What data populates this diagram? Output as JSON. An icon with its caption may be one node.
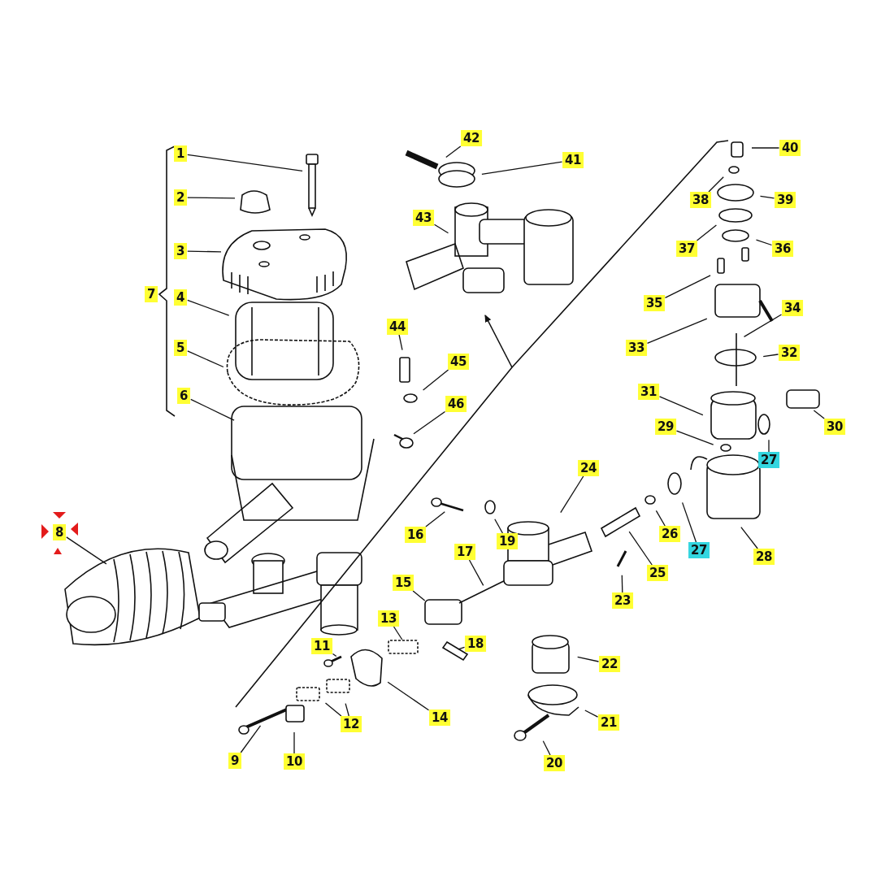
{
  "diagram": {
    "nodes": [
      {
        "text": [
          "1"
        ]
      },
      {
        "text": [
          "2"
        ]
      },
      {
        "text": [
          "3"
        ]
      },
      {
        "text": [
          "4"
        ]
      },
      {
        "text": [
          "5"
        ]
      },
      {
        "text": [
          "6"
        ]
      },
      {
        "text": [
          "7"
        ]
      },
      {
        "text": [
          "8"
        ]
      },
      {
        "text": [
          "9"
        ]
      },
      {
        "text": [
          "10"
        ]
      },
      {
        "text": [
          "11"
        ]
      },
      {
        "text": [
          "12"
        ]
      },
      {
        "text": [
          "13"
        ]
      },
      {
        "text": [
          "14"
        ]
      },
      {
        "text": [
          "15"
        ]
      },
      {
        "text": [
          "16"
        ]
      },
      {
        "text": [
          "17"
        ]
      },
      {
        "text": [
          "18"
        ]
      },
      {
        "text": [
          "19"
        ]
      },
      {
        "text": [
          "20"
        ]
      },
      {
        "text": [
          "21"
        ]
      },
      {
        "text": [
          "22"
        ]
      },
      {
        "text": [
          "23"
        ]
      },
      {
        "text": [
          "24"
        ]
      },
      {
        "text": [
          "25"
        ]
      },
      {
        "text": [
          "26"
        ]
      },
      {
        "text": [
          "27"
        ]
      },
      {
        "text": [
          "27"
        ]
      },
      {
        "text": [
          "28"
        ]
      },
      {
        "text": [
          "29"
        ]
      },
      {
        "text": [
          "30"
        ]
      },
      {
        "text": [
          "31"
        ]
      },
      {
        "text": [
          "32"
        ]
      },
      {
        "text": [
          "33"
        ]
      },
      {
        "text": [
          "34"
        ]
      },
      {
        "text": [
          "35"
        ]
      },
      {
        "text": [
          "36"
        ]
      },
      {
        "text": [
          "37"
        ]
      },
      {
        "text": [
          "38"
        ]
      },
      {
        "text": [
          "39"
        ]
      },
      {
        "text": [
          "40"
        ]
      },
      {
        "text": [
          "41"
        ]
      },
      {
        "text": [
          "42"
        ]
      },
      {
        "text": [
          "43"
        ]
      },
      {
        "text": [
          "44"
        ]
      },
      {
        "text": [
          "45"
        ]
      },
      {
        "text": [
          "46"
        ]
      }
    ],
    "edges": [
      {
        "from": 0,
        "to": null,
        "arrow": "none"
      },
      {
        "from": 1,
        "to": null,
        "arrow": "none"
      },
      {
        "from": 2,
        "to": null,
        "arrow": "none"
      },
      {
        "from": 3,
        "to": null,
        "arrow": "none"
      },
      {
        "from": 4,
        "to": null,
        "arrow": "none"
      },
      {
        "from": 5,
        "to": null,
        "arrow": "none"
      },
      {
        "from": 7,
        "to": null,
        "arrow": "none"
      },
      {
        "from": 8,
        "to": null,
        "arrow": "none"
      },
      {
        "from": 9,
        "to": null,
        "arrow": "none"
      },
      {
        "from": 10,
        "to": null,
        "arrow": "none"
      },
      {
        "from": 11,
        "to": null,
        "arrow": "none"
      },
      {
        "from": 11,
        "to": null,
        "arrow": "none"
      },
      {
        "from": 12,
        "to": null,
        "arrow": "none"
      },
      {
        "from": 13,
        "to": null,
        "arrow": "none"
      },
      {
        "from": 14,
        "to": null,
        "arrow": "none"
      },
      {
        "from": 15,
        "to": null,
        "arrow": "none"
      },
      {
        "from": 16,
        "to": null,
        "arrow": "none"
      },
      {
        "from": 17,
        "to": null,
        "arrow": "none"
      },
      {
        "from": 18,
        "to": null,
        "arrow": "none"
      },
      {
        "from": 19,
        "to": null,
        "arrow": "none"
      },
      {
        "from": 20,
        "to": null,
        "arrow": "none"
      },
      {
        "from": 21,
        "to": null,
        "arrow": "none"
      },
      {
        "from": 22,
        "to": null,
        "arrow": "none"
      },
      {
        "from": 23,
        "to": null,
        "arrow": "none"
      },
      {
        "from": 24,
        "to": null,
        "arrow": "none"
      },
      {
        "from": 25,
        "to": null,
        "arrow": "none"
      },
      {
        "from": 26,
        "to": null,
        "arrow": "none"
      },
      {
        "from": 27,
        "to": null,
        "arrow": "none"
      },
      {
        "from": 28,
        "to": null,
        "arrow": "none"
      },
      {
        "from": 29,
        "to": null,
        "arrow": "none"
      },
      {
        "from": 30,
        "to": null,
        "arrow": "none"
      },
      {
        "from": 31,
        "to": null,
        "arrow": "none"
      },
      {
        "from": 32,
        "to": null,
        "arrow": "none"
      },
      {
        "from": 33,
        "to": null,
        "arrow": "none"
      },
      {
        "from": 34,
        "to": null,
        "arrow": "none"
      },
      {
        "from": 35,
        "to": null,
        "arrow": "none"
      },
      {
        "from": 36,
        "to": null,
        "arrow": "none"
      },
      {
        "from": 37,
        "to": null,
        "arrow": "none"
      },
      {
        "from": 38,
        "to": null,
        "arrow": "none"
      },
      {
        "from": 39,
        "to": null,
        "arrow": "none"
      },
      {
        "from": 40,
        "to": null,
        "arrow": "none"
      },
      {
        "from": 41,
        "to": null,
        "arrow": "none"
      },
      {
        "from": 42,
        "to": null,
        "arrow": "none"
      },
      {
        "from": 43,
        "to": null,
        "arrow": "none"
      },
      {
        "from": 44,
        "to": null,
        "arrow": "none"
      },
      {
        "from": 45,
        "to": null,
        "arrow": "none"
      },
      {
        "from": 46,
        "to": null,
        "arrow": "none"
      }
    ]
  }
}
